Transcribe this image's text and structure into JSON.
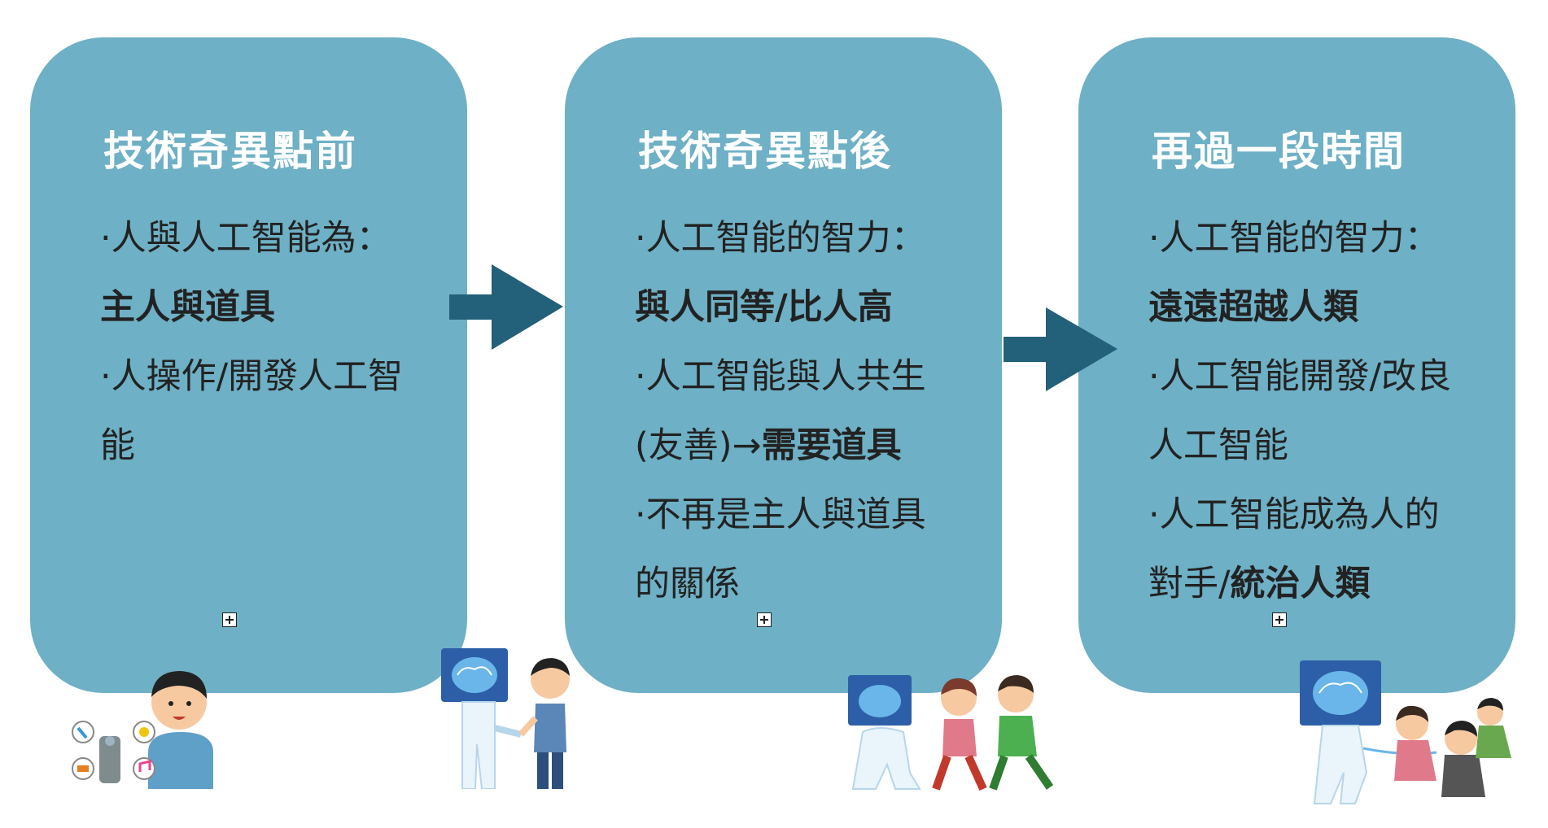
{
  "panels": [
    {
      "title": "技術奇異點前",
      "lines": [
        [
          {
            "t": "·人與人工智能為：",
            "b": false
          }
        ],
        [
          {
            "t": "主人與道具",
            "b": true
          }
        ],
        [
          {
            "t": "·人操作/開發人工智",
            "b": false
          }
        ],
        [
          {
            "t": "能",
            "b": false
          }
        ]
      ]
    },
    {
      "title": "技術奇異點後",
      "lines": [
        [
          {
            "t": "·人工智能的智力：",
            "b": false
          }
        ],
        [
          {
            "t": "與人同等/比人高",
            "b": true
          }
        ],
        [
          {
            "t": "·人工智能與人共生",
            "b": false
          }
        ],
        [
          {
            "t": "(友善)→",
            "b": false
          },
          {
            "t": "需要道具",
            "b": true
          }
        ],
        [
          {
            "t": "·不再是主人與道具",
            "b": false
          }
        ],
        [
          {
            "t": "的關係",
            "b": false
          }
        ]
      ]
    },
    {
      "title": "再過一段時間",
      "lines": [
        [
          {
            "t": "·人工智能的智力：",
            "b": false
          }
        ],
        [
          {
            "t": "遠遠超越人類",
            "b": true
          }
        ],
        [
          {
            "t": "·人工智能開發/改良",
            "b": false
          }
        ],
        [
          {
            "t": "人工智能",
            "b": false
          }
        ],
        [
          {
            "t": "·人工智能成為人的",
            "b": false
          }
        ],
        [
          {
            "t": "對手/",
            "b": false
          },
          {
            "t": "統治人類",
            "b": true
          }
        ]
      ]
    }
  ],
  "colors": {
    "panel": "#6eb0c5",
    "arrow": "#23607a",
    "title": "#ffffff",
    "body_text": "#222222"
  },
  "icons": [
    "expand-icon",
    "right-arrow-icon",
    "person-with-smart-speaker-illustration",
    "ai-robot-handshake-illustration",
    "ai-robot-chasing-people-illustration",
    "ai-robot-leading-people-illustration"
  ]
}
